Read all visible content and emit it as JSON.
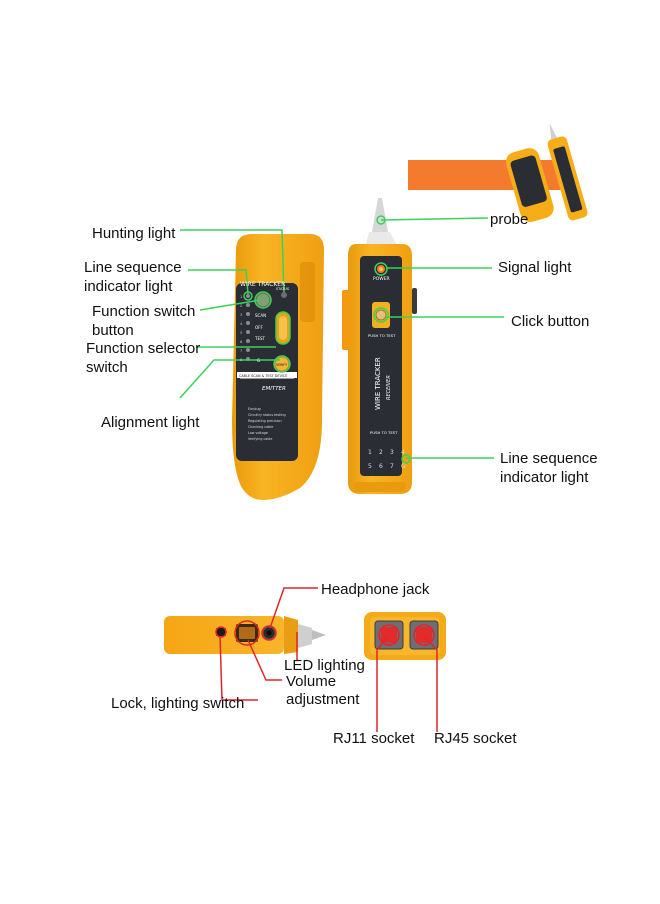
{
  "colors": {
    "device_yellow": "#f6ad17",
    "device_orange": "#f39a12",
    "panel_dark": "#2b2d35",
    "leader_green": "#3bd25a",
    "leader_red": "#e0262b",
    "socket_red": "#e32b2b",
    "thumbnail_orange": "#f47a2e"
  },
  "labels": {
    "hunting_light": "Hunting light",
    "line_seq_l1": "Line sequence",
    "line_seq_l2": "indicator light",
    "func_switch_btn_l1": "Function switch",
    "func_switch_btn_l2": "button",
    "func_selector_l1": "Function selector",
    "func_selector_l2": "switch",
    "alignment_light": "Alignment light",
    "probe": "probe",
    "signal_light": "Signal light",
    "click_button": "Click button",
    "line_seq_r1": "Line sequence",
    "line_seq_r2": "indicator light",
    "headphone_jack": "Headphone jack",
    "led_lighting": "LED lighting",
    "volume_l1": "Volume",
    "volume_l2": "adjustment",
    "lock_switch": "Lock, lighting switch",
    "rj11": "RJ11 socket",
    "rj45": "RJ45 socket"
  },
  "emitter": {
    "brand": "WIRE TRACKER",
    "status": "STATUS",
    "scan": "SCAN",
    "off": "OFF",
    "test": "TEST",
    "verify": "VERIFY",
    "strip": "CABLE SCAN & TEST DEVICE",
    "model": "EMITTER",
    "functions": [
      "Earplug",
      "Circuitry status testing",
      "Regulating precision",
      "Checking cable",
      "Low voltage",
      "Verifying cable"
    ],
    "line_numbers": [
      "1",
      "2",
      "3",
      "4",
      "5",
      "6",
      "7",
      "8"
    ],
    "ground": "G"
  },
  "receiver": {
    "power": "POWER",
    "push_top": "PUSH TO TEST",
    "brand": "WIRE TRACKER",
    "model": "RECEIVER",
    "push_bottom": "PUSH TO TEST",
    "row1": [
      "1",
      "2",
      "3",
      "4"
    ],
    "row2": [
      "5",
      "6",
      "7",
      "G"
    ]
  }
}
